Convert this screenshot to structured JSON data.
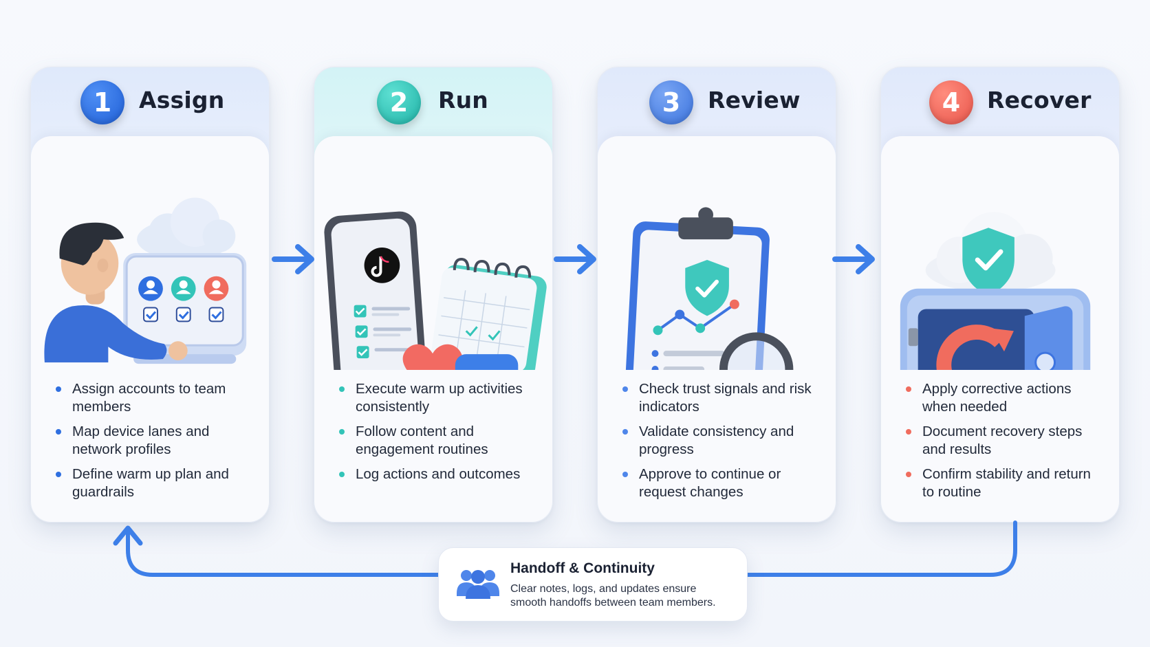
{
  "colors": {
    "assign": "#2f6fe0",
    "run": "#33c4b8",
    "review": "#4f86ea",
    "recover": "#f06c5e",
    "arrow": "#3d7fe8"
  },
  "steps": [
    {
      "number": "1",
      "title": "Assign",
      "bullets": [
        "Assign accounts to team members",
        "Map device lanes and network profiles",
        "Define warm up plan and guardrails"
      ]
    },
    {
      "number": "2",
      "title": "Run",
      "bullets": [
        "Execute warm up activities consistently",
        "Follow content and engagement routines",
        "Log actions and outcomes"
      ]
    },
    {
      "number": "3",
      "title": "Review",
      "bullets": [
        "Check trust signals and risk indicators",
        "Validate consistency and progress",
        "Approve to continue or request changes"
      ]
    },
    {
      "number": "4",
      "title": "Recover",
      "bullets": [
        "Apply corrective actions when needed",
        "Document recovery steps and results",
        "Confirm stability and return to routine"
      ]
    }
  ],
  "icons": {
    "assign": "person-at-board-icon",
    "run": "phone-calendar-icon",
    "review": "clipboard-magnifier-icon",
    "recover": "safe-restore-icon",
    "handoff": "team-icon"
  },
  "handoff": {
    "title": "Handoff & Continuity",
    "text_line1": "Clear notes, logs, and updates ensure",
    "text_line2": "smooth handoffs between team members."
  }
}
